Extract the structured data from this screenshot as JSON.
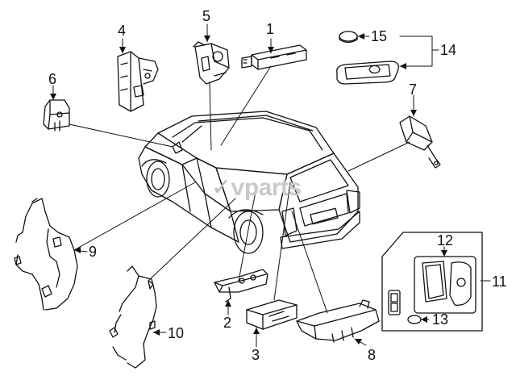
{
  "watermark": {
    "mark": "✓",
    "text": "vparts"
  },
  "callouts": [
    "1",
    "2",
    "3",
    "4",
    "5",
    "6",
    "7",
    "8",
    "9",
    "10",
    "11",
    "12",
    "13",
    "14",
    "15"
  ],
  "icons": [
    "vehicle-outline-icon",
    "part-outline-icon",
    "leader-line-icon",
    "watermark-icon"
  ],
  "colors": {
    "line": "#111111",
    "fill": "#ffffff",
    "watermark": "#c9c9c9"
  }
}
